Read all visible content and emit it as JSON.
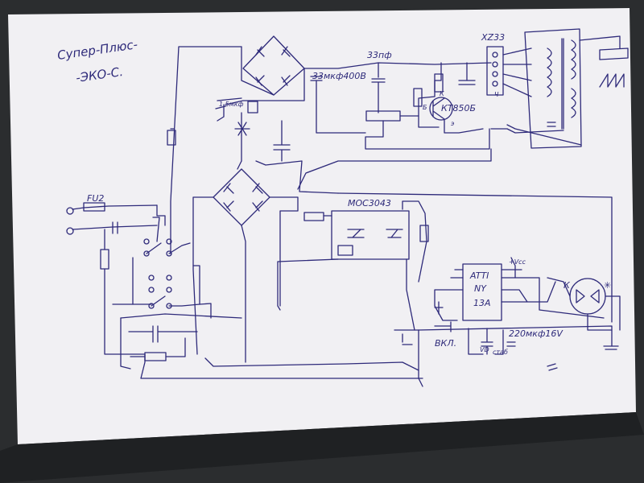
{
  "title": {
    "line1": "Супер-Плюс-",
    "line2": "-ЭКО-С."
  },
  "labels": {
    "fuse": "FU2",
    "cap_33pf": "33пф",
    "cap_main": "33мкф400В",
    "cap_small": "1,5мкф",
    "transistor": "КТ850Б",
    "transistor_k": "К",
    "transistor_b": "Б",
    "transistor_e": "э",
    "connector": "XZ33",
    "connector_pin": "Ч",
    "optocoupler": "MOC3043",
    "mcu_line1": "ATTI",
    "mcu_line2": "NY",
    "mcu_line3": "13A",
    "supply": "+Vсс",
    "cap_supply": "220мкф16V",
    "button": "ВКЛ.",
    "diode_label": "VD",
    "diode_stab": "стаб",
    "led_k": "К",
    "led_star": "✳"
  },
  "colors": {
    "paper": "#f2f1f3",
    "ink": "#2e2a7a",
    "background": "#2b2d2f"
  }
}
